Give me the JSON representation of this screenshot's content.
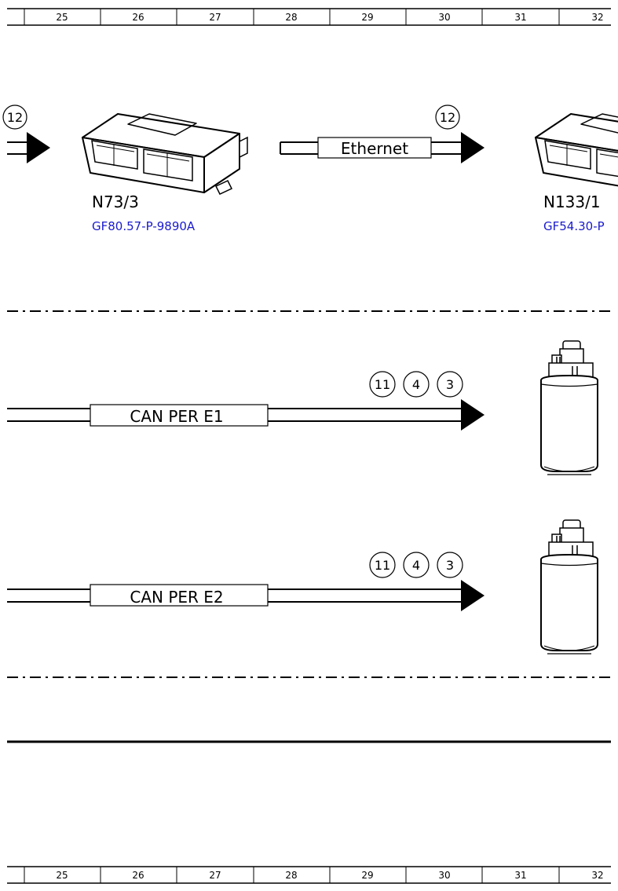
{
  "grid": {
    "columns": [
      "25",
      "26",
      "27",
      "28",
      "29",
      "30",
      "31",
      "32"
    ]
  },
  "components": {
    "left": {
      "designation": "N73/3",
      "reference": "GF80.57-P-9890A"
    },
    "right": {
      "designation": "N133/1",
      "reference": "GF54.30-P"
    }
  },
  "connections": {
    "incoming_circle": "12",
    "ethernet": {
      "label": "Ethernet",
      "circle": "12"
    },
    "can_e1": {
      "label": "CAN PER E1",
      "circles": [
        "11",
        "4",
        "3"
      ]
    },
    "can_e2": {
      "label": "CAN PER E2",
      "circles": [
        "11",
        "4",
        "3"
      ]
    }
  },
  "colors": {
    "link": "#1a1acc",
    "line": "#000000"
  }
}
